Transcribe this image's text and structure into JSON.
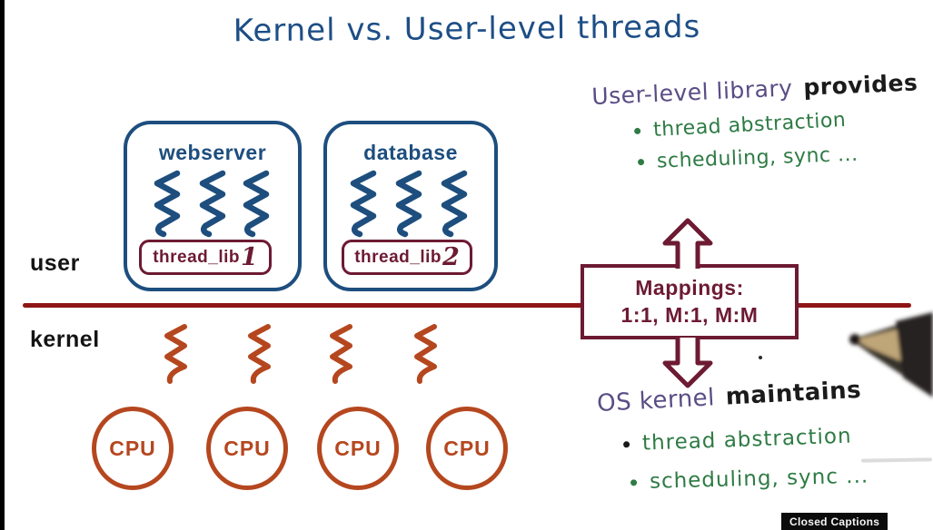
{
  "title": "Kernel vs. User-level threads",
  "user_space": {
    "label": "user",
    "apps": [
      {
        "name": "webserver",
        "lib_label": "thread_lib",
        "lib_number": "1",
        "thread_count": 3
      },
      {
        "name": "database",
        "lib_label": "thread_lib",
        "lib_number": "2",
        "thread_count": 3
      }
    ]
  },
  "kernel_space": {
    "label": "kernel",
    "kernel_thread_count": 4,
    "cpu_labels": [
      "CPU",
      "CPU",
      "CPU",
      "CPU"
    ]
  },
  "mappings_box": {
    "heading": "Mappings:",
    "values": "1:1, M:1, M:M"
  },
  "annotations": {
    "user_library": {
      "subject": "User-level library",
      "verb": "provides",
      "bullets": [
        "thread abstraction",
        "scheduling, sync ..."
      ]
    },
    "os_kernel": {
      "subject": "OS kernel",
      "verb": "maintains",
      "bullets": [
        "thread abstraction",
        "scheduling, sync ..."
      ]
    }
  },
  "caption_badge": "Closed Captions",
  "icons": {
    "thread_icon": "vertical-squiggle",
    "up_arrow_icon": "block-arrow-up",
    "down_arrow_icon": "block-arrow-down",
    "pen_icon": "stylus-pen-tip"
  },
  "colors": {
    "title_blue": "#1d4e86",
    "process_blue": "#1d4e7e",
    "maroon": "#6d1a33",
    "boundary_red": "#8e1515",
    "kernel_orange": "#b5471f",
    "note_green": "#2e7b44",
    "note_purple": "#5a4d85",
    "ink_black": "#1b1b1b"
  }
}
